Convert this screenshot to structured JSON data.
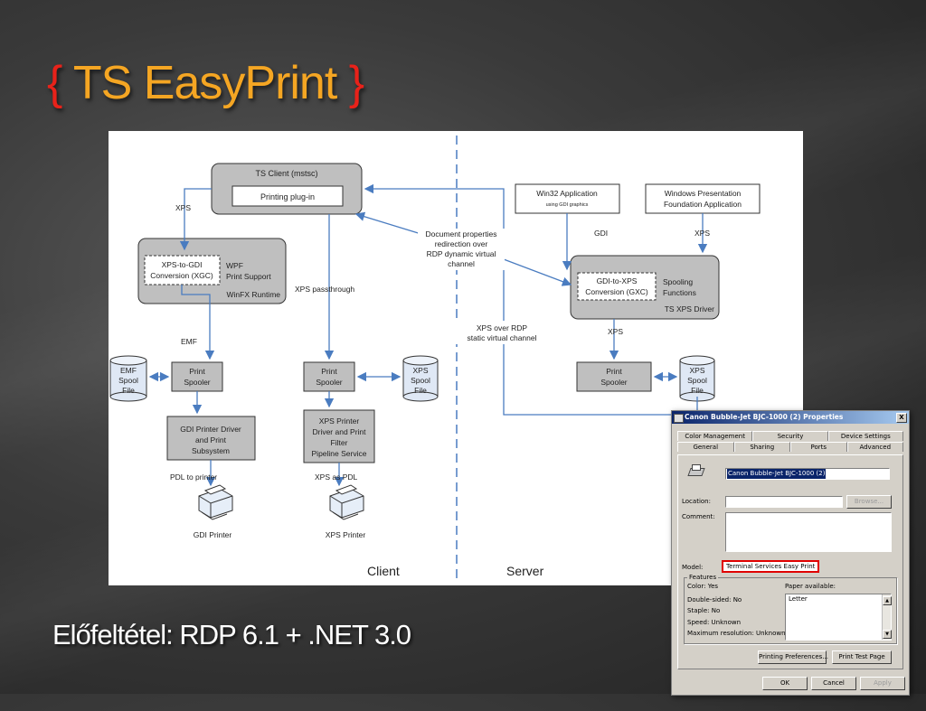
{
  "slide": {
    "title_open": "{",
    "title_main": " TS EasyPrint ",
    "title_close": "}",
    "subtitle": "Előfeltétel: RDP 6.1 + .NET 3.0"
  },
  "colors": {
    "brace": "#e8221a",
    "title": "#f5a623",
    "arrow": "#4a7cc0",
    "box": "#bfbfbf"
  },
  "diagram": {
    "ts_client": "TS Client (mstsc)",
    "printing_plugin": "Printing plug-in",
    "xps_left": "XPS",
    "xps_to_gdi_1": "XPS-to-GDI",
    "xps_to_gdi_2": "Conversion (XGC)",
    "wpf_1": "WPF",
    "wpf_2": "Print Support",
    "winfx_runtime": "WinFX Runtime",
    "xps_passthrough": "XPS passthrough",
    "doc_props_1": "Document properties",
    "doc_props_2": "redirection over",
    "doc_props_3": "RDP dynamic virtual",
    "doc_props_4": "channel",
    "emf_label": "EMF",
    "emf_spool_1": "EMF",
    "emf_spool_2": "Spool",
    "emf_spool_3": "File",
    "print_spooler_1": "Print",
    "print_spooler_2": "Spooler",
    "xps_spool_1": "XPS",
    "xps_spool_2": "Spool",
    "xps_spool_3": "File",
    "gdi_driver_1": "GDI Printer Driver",
    "gdi_driver_2": "and Print",
    "gdi_driver_3": "Subsystem",
    "xps_driver_1": "XPS Printer",
    "xps_driver_2": "Driver and Print",
    "xps_driver_3": "Filter",
    "xps_driver_4": "Pipeline Service",
    "pdl_to_printer": "PDL to printer",
    "xps_as_pdl": "XPS as PDL",
    "gdi_printer": "GDI Printer",
    "xps_printer": "XPS Printer",
    "client": "Client",
    "server": "Server",
    "xps_over_rdp_1": "XPS over RDP",
    "xps_over_rdp_2": "static virtual channel",
    "win32_app_1": "Win32 Application",
    "win32_app_2": "using GDI graphics",
    "wpf_app_1": "Windows Presentation",
    "wpf_app_2": "Foundation Application",
    "gdi_label": "GDI",
    "xps_label_r": "XPS",
    "gdi_to_xps_1": "GDI-to-XPS",
    "gdi_to_xps_2": "Conversion (GXC)",
    "spooling_1": "Spooling",
    "spooling_2": "Functions",
    "ts_xps_driver": "TS XPS Driver",
    "xps_mid_r": "XPS"
  },
  "dialog": {
    "title": "Canon Bubble-Jet BJC-1000 (2) Properties",
    "close": "X",
    "tabs_back": [
      "Color Management",
      "Security",
      "Device Settings"
    ],
    "tabs_front": [
      "General",
      "Sharing",
      "Ports",
      "Advanced"
    ],
    "printer_name": "Canon Bubble-Jet BJC-1000 (2)",
    "location_label": "Location:",
    "browse_label": "Browse...",
    "comment_label": "Comment:",
    "model_label": "Model:",
    "model_value": "Terminal Services Easy Print",
    "features_label": "Features",
    "color": "Color: Yes",
    "double_sided": "Double-sided: No",
    "staple": "Staple: No",
    "speed": "Speed: Unknown",
    "max_resolution": "Maximum resolution: Unknown",
    "paper_available": "Paper available:",
    "paper_item": "Letter",
    "printing_prefs": "Printing Preferences...",
    "print_test": "Print Test Page",
    "ok": "OK",
    "cancel": "Cancel",
    "apply": "Apply"
  }
}
